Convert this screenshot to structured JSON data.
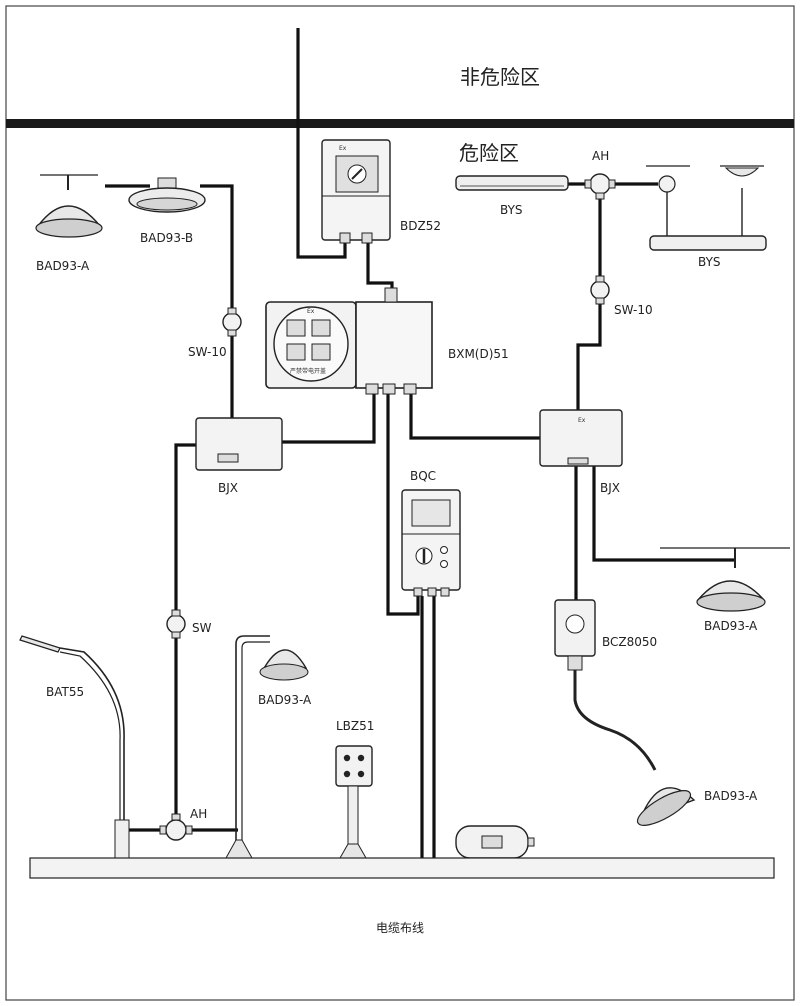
{
  "zones": {
    "non_hazard": "非危险区",
    "hazard": "危险区"
  },
  "labels": {
    "bad93a_top_left": "BAD93-A",
    "bad93b": "BAD93-B",
    "bdz52": "BDZ52",
    "bys_left": "BYS",
    "bys_right": "BYS",
    "ah_top": "AH",
    "sw10_left": "SW-10",
    "sw10_right": "SW-10",
    "bxmd51": "BXM(D)51",
    "bjx_left": "BJX",
    "bjx_right": "BJX",
    "bqc": "BQC",
    "sw": "SW",
    "bat55": "BAT55",
    "bad93a_pole": "BAD93-A",
    "lbz51": "LBZ51",
    "ah_bottom": "AH",
    "bad93a_right_ceiling": "BAD93-A",
    "bcz8050": "BCZ8050",
    "bad93a_plug": "BAD93-A"
  },
  "box_marks": {
    "ex": "Ex",
    "warning": "严禁带电开盖"
  },
  "caption": "电缆布线"
}
